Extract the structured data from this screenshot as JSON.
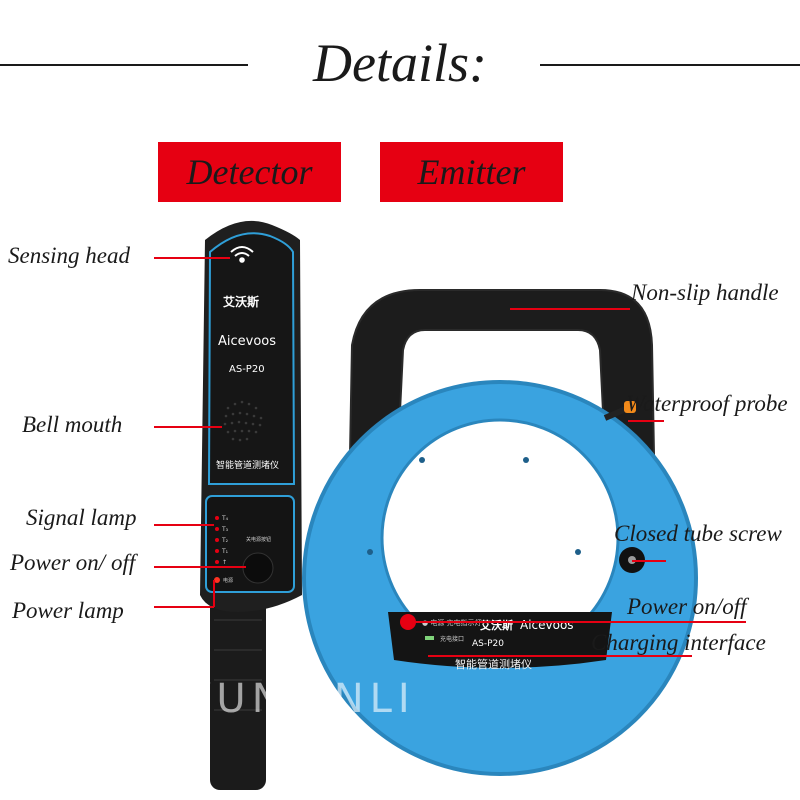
{
  "header": {
    "title": "Details:"
  },
  "tags": {
    "detector": "Detector",
    "emitter": "Emitter"
  },
  "detector": {
    "brand_cn": "艾沃斯",
    "brand": "Aicevoos",
    "model": "AS-P20",
    "product_cn": "智能管道测堵仪"
  },
  "emitter": {
    "brand_cn": "艾沃斯",
    "brand": "Aicevoos",
    "model": "AS-P20",
    "product_cn": "智能管道测堵仪"
  },
  "labels": {
    "sensing_head": "Sensing head",
    "bell_mouth": "Bell mouth",
    "signal_lamp": "Signal lamp",
    "power_on_off_detector": "Power on/ off",
    "power_lamp": "Power lamp",
    "non_slip_handle": "Non-slip handle",
    "waterproof_probe": "Waterproof probe",
    "closed_tube_screw": "Closed tube screw",
    "power_on_off_emitter": "Power on/off",
    "charging_interface": "Charging interface"
  },
  "watermark": "YUNLINLI",
  "colors": {
    "accent": "#e60012",
    "reel": "#3aa3e0",
    "body": "#1a1a1a",
    "trim": "#2f9fd8"
  }
}
